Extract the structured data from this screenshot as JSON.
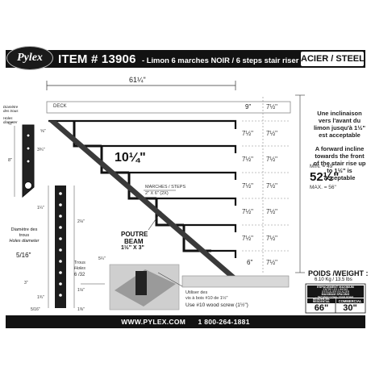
{
  "header": {
    "logo": "Pylex",
    "item_number": "ITEM # 13906",
    "description": "- Limon 6 marches NOIR / 6 steps stair riser BLACK",
    "material": "ACIER / STEEL"
  },
  "dimensions": {
    "total_run": "61¼\"",
    "step_depth": "10¼\"",
    "top_rise": "9\"",
    "bottom_rise": "6\"",
    "rise_left": [
      "7½\"",
      "7½\"",
      "7½\"",
      "7½\"",
      "7½\""
    ],
    "rise_right": [
      "7½\"",
      "7½\"",
      "7½\"",
      "7½\"",
      "7½\"",
      "7½\"",
      "7½\""
    ],
    "height_min": "MIN. = 49\"",
    "height_nominal": "52½\"",
    "height_max": "MAX. = 56\""
  },
  "labels": {
    "deck": "DECK",
    "treads": "MARCHES / STEPS",
    "treads_size": "2\" X 6\" (2X)",
    "beam_line1": "POUTRE",
    "beam_line2": "BEAM",
    "beam_size": "1½\" X 3\"",
    "screw_fr1": "Utiliser des",
    "screw_fr2": "vis à bois #10 de 1½\"",
    "screw_en": "Use #10 wood screw (1½\")"
  },
  "notes": {
    "french": "Une inclinaison vers l'avant du limon jusqu'à 1½\" est acceptable",
    "english": "A forward incline towards the front of the stair rise up to 1½\" is acceptable"
  },
  "detail": {
    "hole_dia_small_fr": "Diamètre des trous",
    "hole_dia_small_en": "Holes diameter",
    "hole_dia_small_val": "¼\"",
    "hole_dia_fr": "Diamètre des trous",
    "hole_dia_en": "Holes diameter",
    "hole_dia_val": "5/16\"",
    "holes3_fr": "Trous",
    "holes3_en": "Holes",
    "holes3_val": "6 /32",
    "d_3_4": "3¾\"",
    "d_8": "8\"",
    "d_5_8": "⅝\"",
    "d_1_1_4": "1¼\"",
    "d_5_1_4": "5¼\"",
    "d_2_1_8": "2⅛\"",
    "d_1_1_8": "1⅛\"",
    "d_3": "3\"",
    "d_1_3_4": "1¾\"",
    "d_5_16": "5/16\"",
    "d_1_3_8": "1⅜\""
  },
  "weight": {
    "title": "POIDS /WEIGHT :",
    "value": "6.10 Kg / 13.5 lbs",
    "spacing_fr1": "ESPACEMENT MAXIMUM",
    "spacing_fr2": "ENTRE LES LIMONS",
    "spacing_fr3": "D'ESCALIER EN ACIER",
    "spacing_en1": "MAXIMUM SPACING",
    "spacing_en2": "BETWEEN STEEL STAIR RISER",
    "residential": "RÉSIDENTIEL RESIDENTIAL",
    "commercial": "COMMERCIAL",
    "residential_value": "66\"",
    "commercial_value": "30\""
  },
  "footer": {
    "website": "WWW.PYLEX.COM",
    "phone": "1 800-264-1881"
  }
}
